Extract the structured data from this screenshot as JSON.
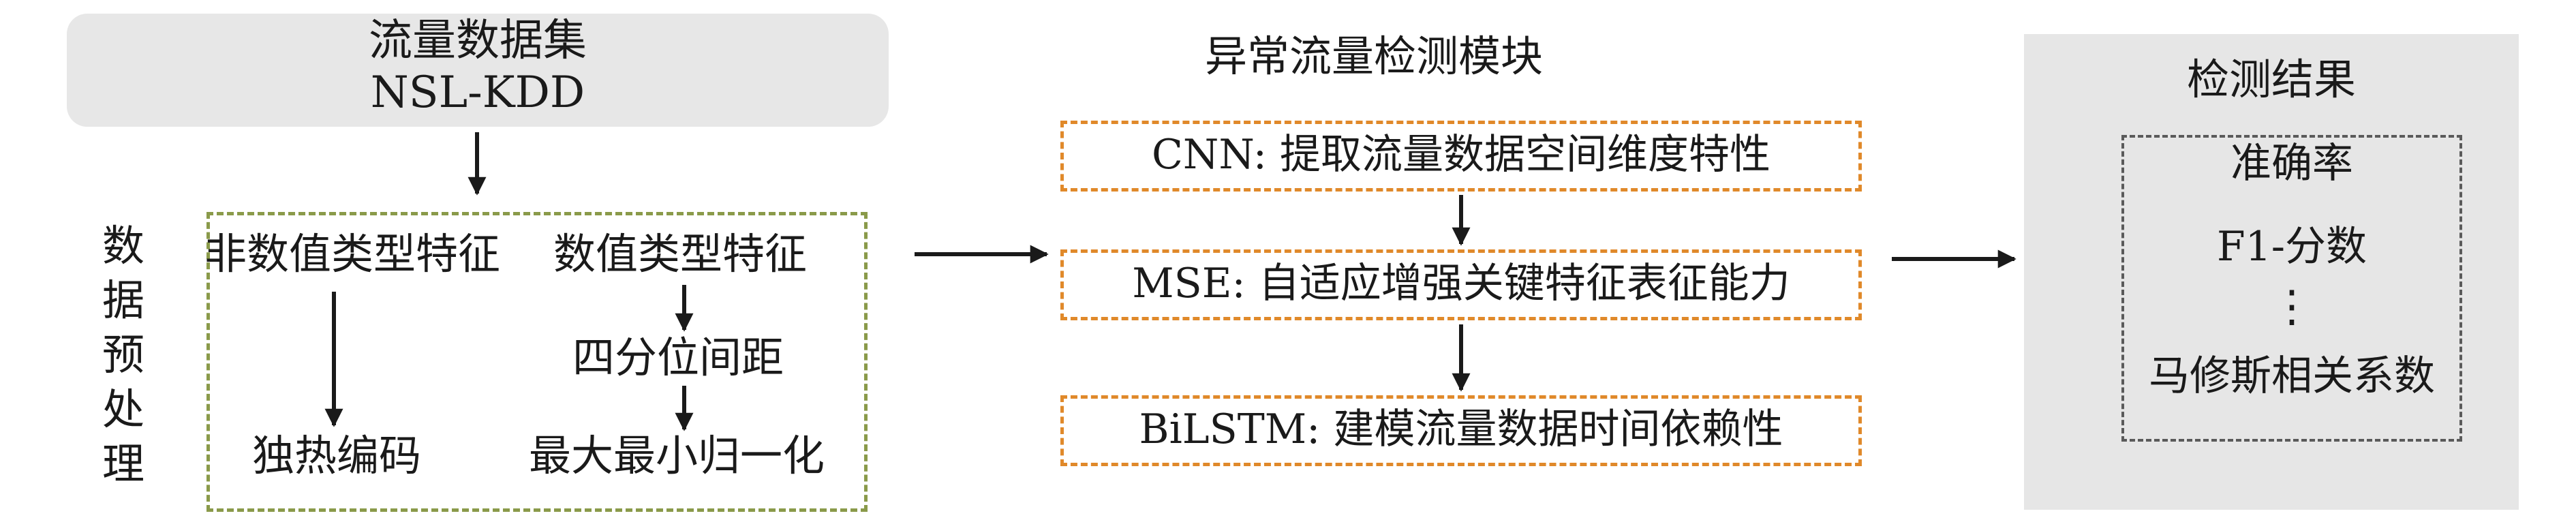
{
  "dataset": {
    "line1": "流量数据集",
    "line2": "NSL-KDD"
  },
  "preprocess": {
    "side_label": [
      "数",
      "据",
      "预",
      "处",
      "理"
    ],
    "non_numeric": "非数值类型特征",
    "numeric": "数值类型特征",
    "onehot": "独热编码",
    "iqr": "四分位间距",
    "minmax": "最大最小归一化"
  },
  "detection": {
    "title": "异常流量检测模块",
    "cnn": "CNN: 提取流量数据空间维度特性",
    "mse": "MSE: 自适应增强关键特征表征能力",
    "bilstm": "BiLSTM: 建模流量数据时间依赖性"
  },
  "results": {
    "title": "检测结果",
    "accuracy": "准确率",
    "f1": "F1-分数",
    "ellipsis": "⋮",
    "mcc": "马修斯相关系数"
  },
  "colors": {
    "olive_dash": "#8a9a4a",
    "orange_dash": "#e0892a",
    "panel_gray": "#e6e6e6"
  }
}
